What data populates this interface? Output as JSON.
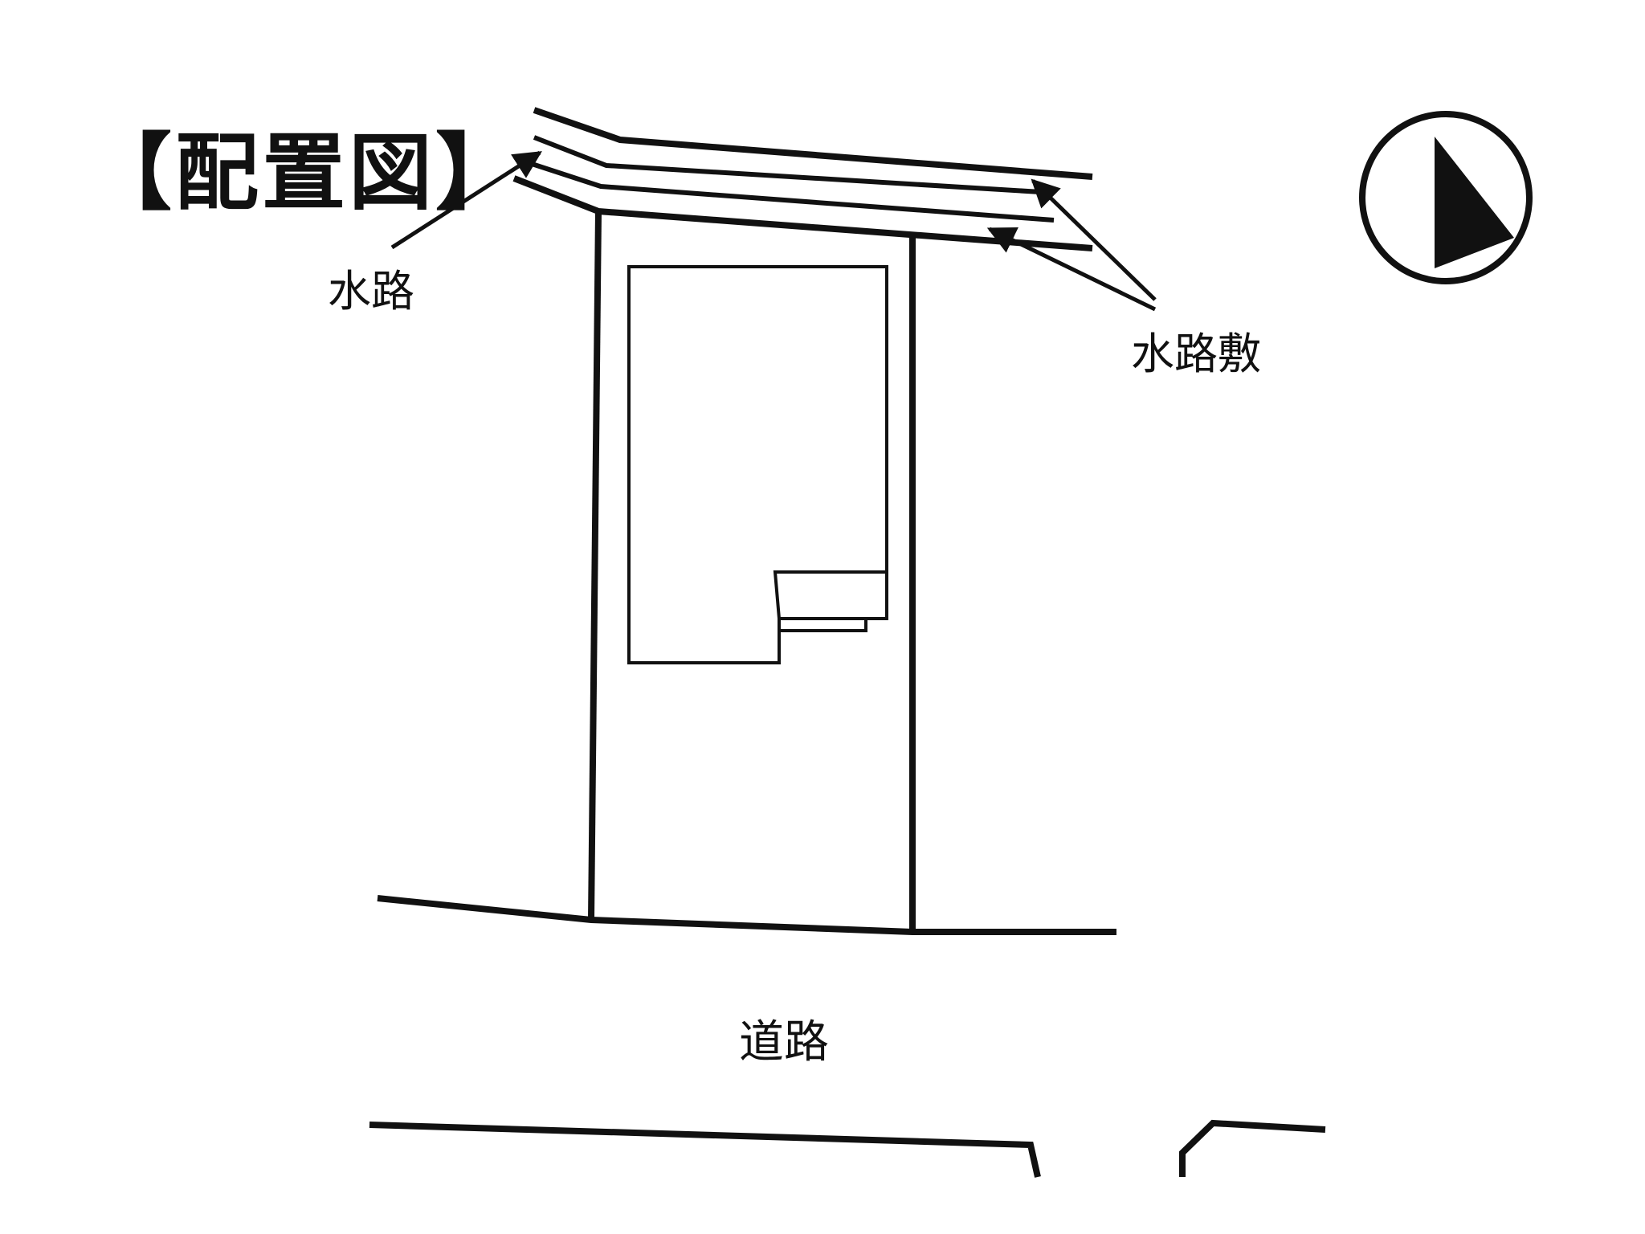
{
  "title": "【配置図】",
  "labels": {
    "waterway": "水路",
    "waterway_land": "水路敷",
    "road": "道路"
  },
  "north_arrow": {
    "icon": "north-arrow-icon"
  },
  "colors": {
    "line": "#111111",
    "background": "#ffffff"
  }
}
